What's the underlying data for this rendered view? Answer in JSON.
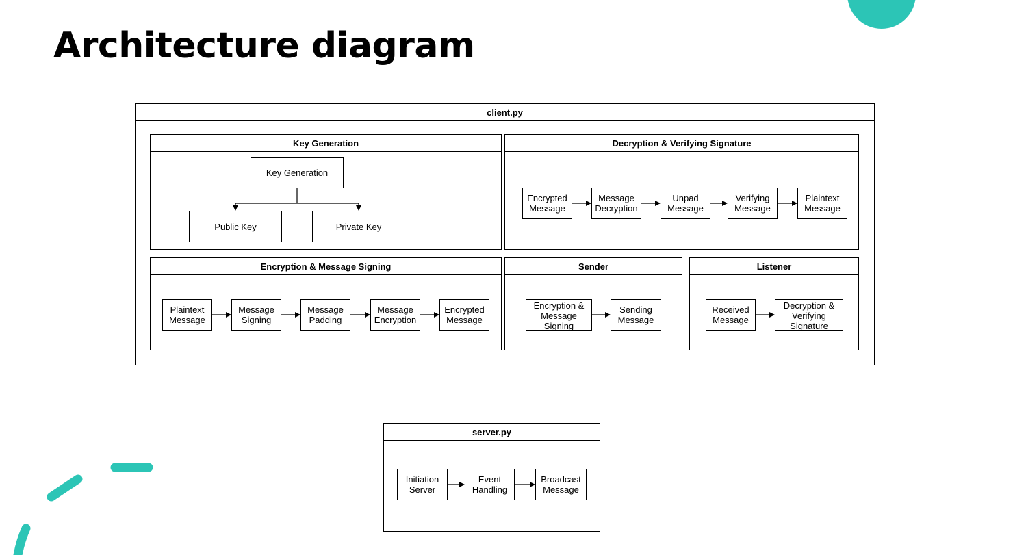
{
  "title": "Architecture diagram",
  "accent_color": "#2cc5b6",
  "client": {
    "title": "client.py",
    "key_generation": {
      "title": "Key Generation",
      "root": "Key Generation",
      "public_key": "Public Key",
      "private_key": "Private Key"
    },
    "decryption": {
      "title": "Decryption & Verifying Signature",
      "steps": [
        "Encrypted\nMessage",
        "Message\nDecryption",
        "Unpad\nMessage",
        "Verifying\nMessage",
        "Plaintext\nMessage"
      ]
    },
    "encryption": {
      "title": "Encryption & Message Signing",
      "steps": [
        "Plaintext\nMessage",
        "Message\nSigning",
        "Message\nPadding",
        "Message\nEncryption",
        "Encrypted\nMessage"
      ]
    },
    "sender": {
      "title": "Sender",
      "steps": [
        "Encryption &\nMessage\nSigning",
        "Sending\nMessage"
      ]
    },
    "listener": {
      "title": "Listener",
      "steps": [
        "Received\nMessage",
        "Decryption &\nVerifying\nSignature"
      ]
    }
  },
  "server": {
    "title": "server.py",
    "steps": [
      "Initiation\nServer",
      "Event\nHandling",
      "Broadcast\nMessage"
    ]
  }
}
